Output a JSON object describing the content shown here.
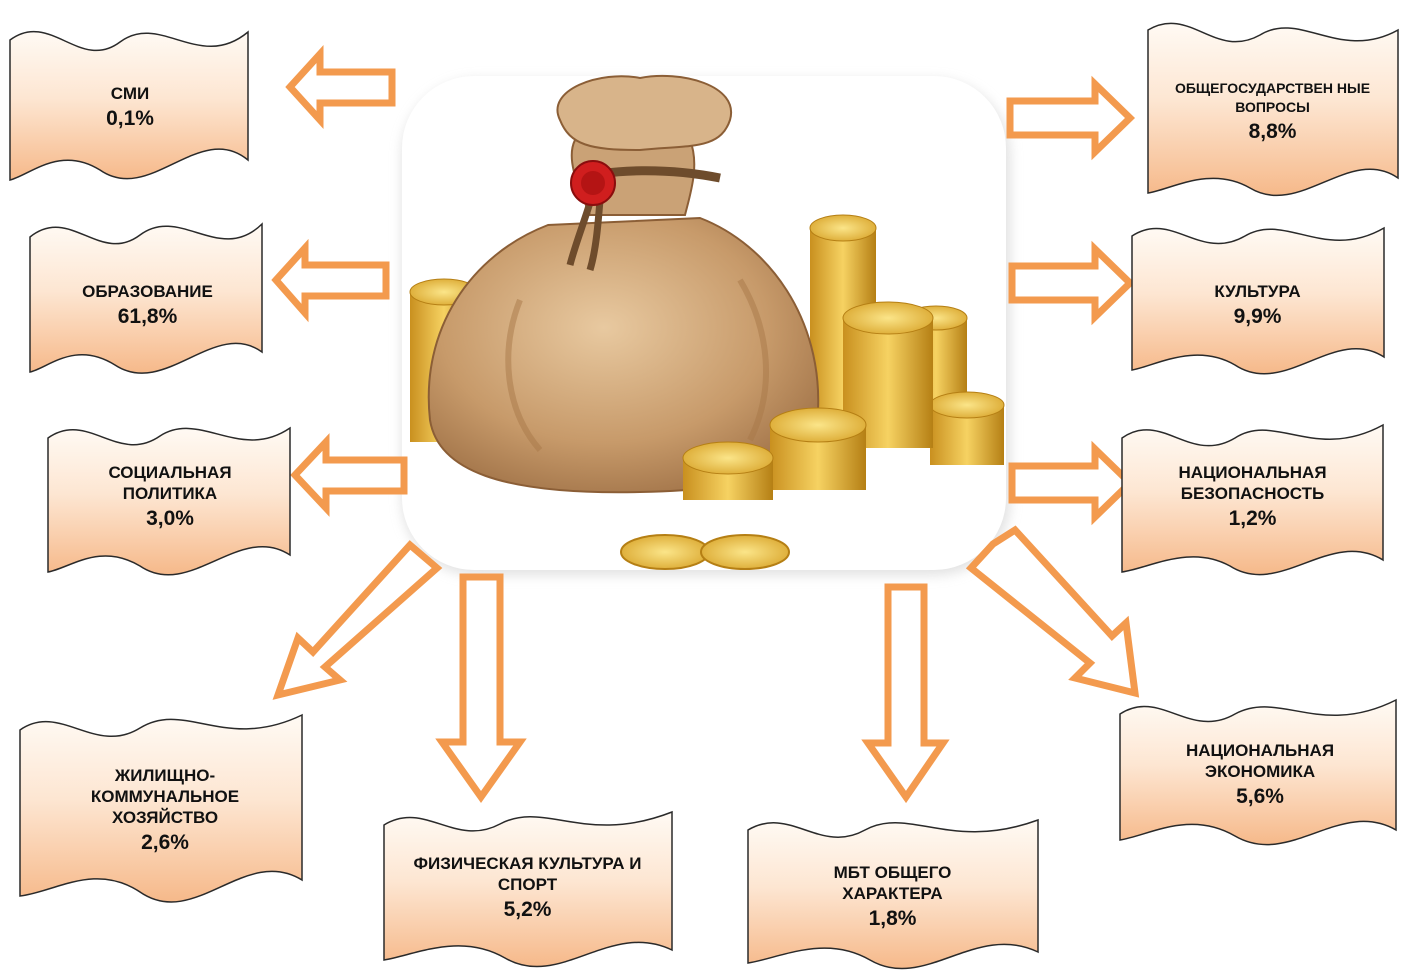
{
  "colors": {
    "arrow_stroke": "#f39a4e",
    "banner_top": "#fffaf4",
    "banner_bottom": "#f6b98a",
    "banner_stroke": "#2a2a2a",
    "panel_bg": "#ffffff"
  },
  "center": {
    "icon": "money-bag-with-coins-icon"
  },
  "sectors": [
    {
      "id": "smi",
      "name": "СМИ",
      "pct": "0,1%"
    },
    {
      "id": "obshchegos",
      "name": "ОБЩЕГОСУДАРСТВЕН НЫЕ ВОПРОСЫ",
      "pct": "8,8%"
    },
    {
      "id": "obrazovanie",
      "name": "ОБРАЗОВАНИЕ",
      "pct": "61,8%"
    },
    {
      "id": "kultura",
      "name": "КУЛЬТУРА",
      "pct": "9,9%"
    },
    {
      "id": "social",
      "name": "СОЦИАЛЬНАЯ ПОЛИТИКА",
      "pct": "3,0%"
    },
    {
      "id": "bezopasnost",
      "name": "НАЦИОНАЛЬНАЯ БЕЗОПАСНОСТЬ",
      "pct": "1,2%"
    },
    {
      "id": "zhkh",
      "name": "ЖИЛИЩНО-КОММУНАЛЬНОЕ ХОЗЯЙСТВО",
      "pct": "2,6%"
    },
    {
      "id": "sport",
      "name": "ФИЗИЧЕСКАЯ КУЛЬТУРА И СПОРТ",
      "pct": "5,2%"
    },
    {
      "id": "mbt",
      "name": "МБТ ОБЩЕГО ХАРАКТЕРА",
      "pct": "1,8%"
    },
    {
      "id": "ekonomika",
      "name": "НАЦИОНАЛЬНАЯ ЭКОНОМИКА",
      "pct": "5,6%"
    }
  ]
}
